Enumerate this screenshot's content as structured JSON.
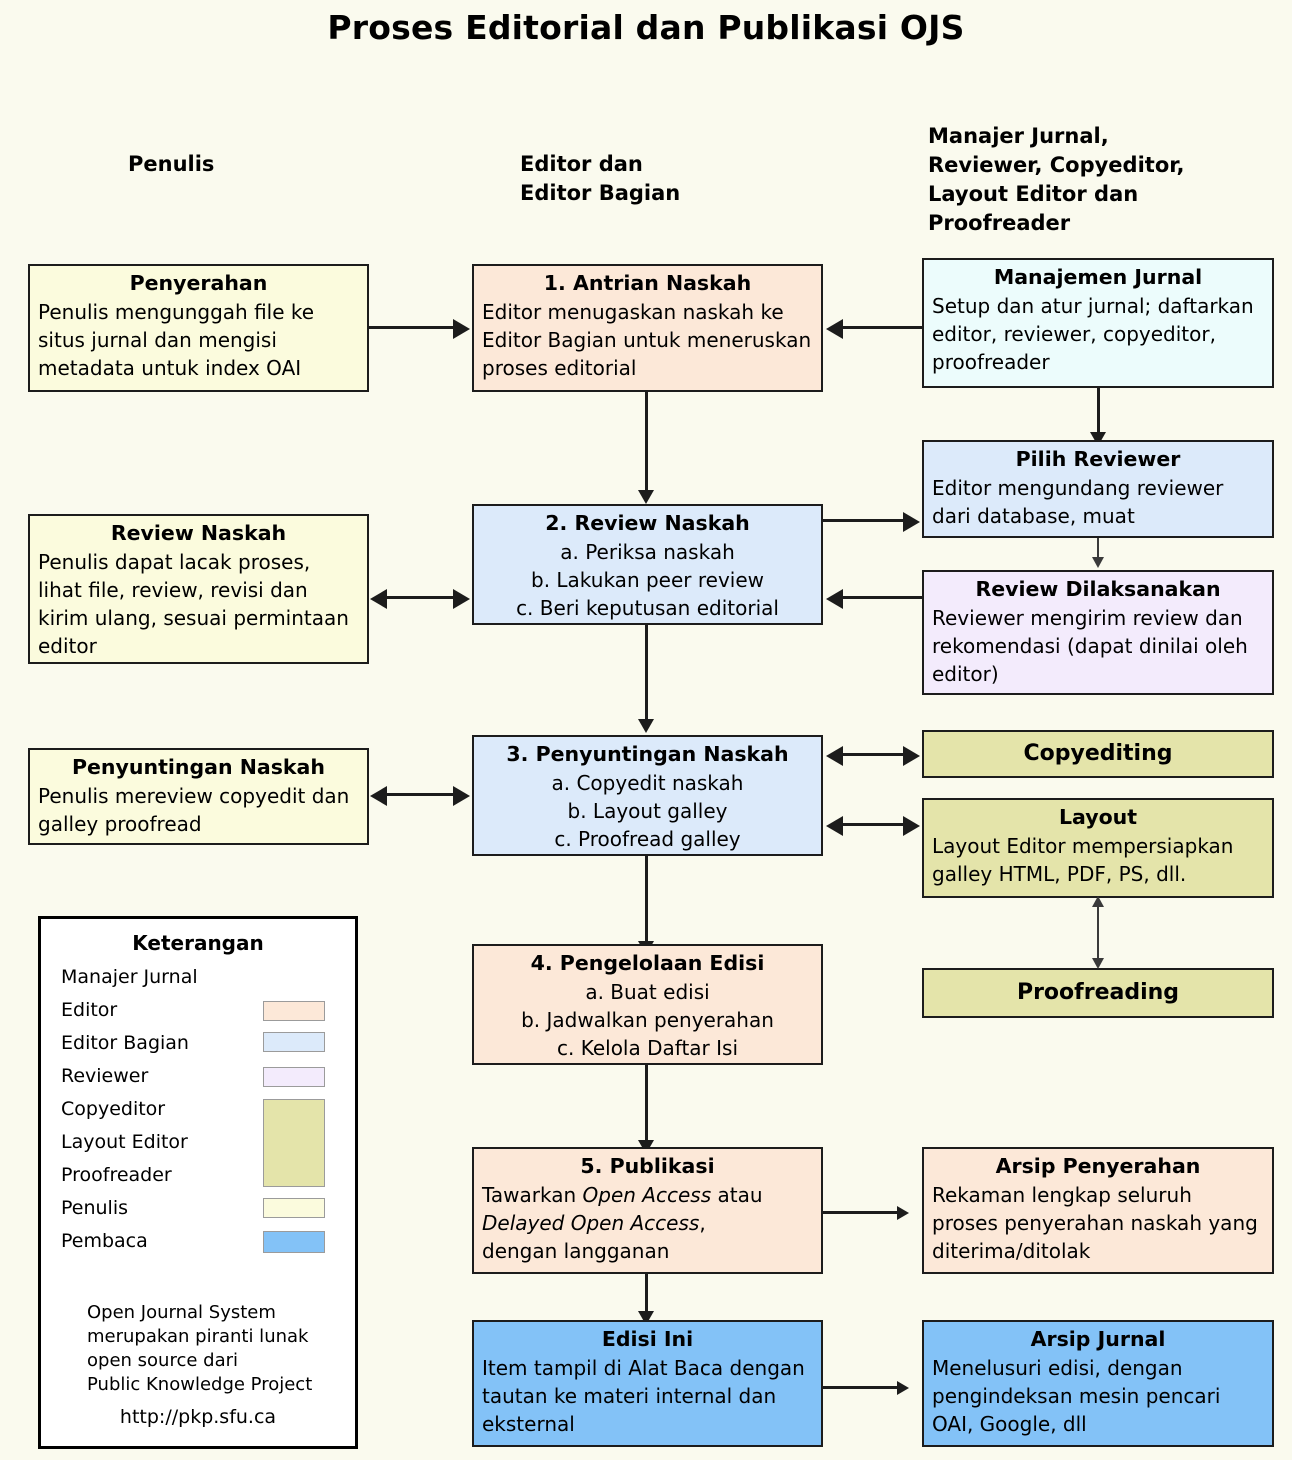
{
  "title": "Proses Editorial dan Publikasi OJS",
  "columns": [
    {
      "id": "penulis",
      "label": "Penulis"
    },
    {
      "id": "editor",
      "label": "Editor dan\nEditor Bagian"
    },
    {
      "id": "lainnya",
      "label": "Manajer Jurnal,\nReviewer, Copyeditor,\nLayout Editor dan\nProofreader"
    }
  ],
  "boxes": {
    "penyerahan": {
      "title": "Penyerahan",
      "body": "Penulis mengunggah file ke situs jurnal dan mengisi metadata untuk index OAI",
      "role": "Penulis"
    },
    "antrian_naskah": {
      "title": "1. Antrian Naskah",
      "body": "Editor menugaskan naskah ke Editor Bagian untuk meneruskan proses editorial",
      "role": "Editor"
    },
    "manajemen_jurnal": {
      "title": "Manajemen Jurnal",
      "body": "Setup dan atur jurnal; daftarkan editor, reviewer, copyeditor, proofreader",
      "role": "Manajer Jurnal"
    },
    "review_naskah_penulis": {
      "title": "Review Naskah",
      "body": "Penulis dapat lacak proses, lihat file, review, revisi dan kirim ulang, sesuai permintaan editor",
      "role": "Penulis"
    },
    "review_naskah": {
      "title": "2. Review Naskah",
      "items": [
        "a. Periksa naskah",
        "b. Lakukan peer review",
        "c. Beri keputusan editorial"
      ],
      "role": "Editor Bagian"
    },
    "pilih_reviewer": {
      "title": "Pilih Reviewer",
      "body": "Editor mengundang reviewer dari database, muat",
      "role": "Editor Bagian"
    },
    "review_dilaksanakan": {
      "title": "Review Dilaksanakan",
      "body": "Reviewer mengirim review dan rekomendasi (dapat dinilai oleh editor)",
      "role": "Reviewer"
    },
    "penyuntingan_naskah_penulis": {
      "title": "Penyuntingan Naskah",
      "body": "Penulis mereview copyedit dan galley proofread",
      "role": "Penulis"
    },
    "penyuntingan_naskah": {
      "title": "3. Penyuntingan Naskah",
      "items": [
        "a. Copyedit naskah",
        "b. Layout galley",
        "c. Proofread galley"
      ],
      "role": "Editor Bagian"
    },
    "copyediting": {
      "title": "Copyediting",
      "role": "Copyeditor"
    },
    "layout": {
      "title": "Layout",
      "body": "Layout Editor mempersiapkan galley HTML, PDF, PS, dll.",
      "role": "Layout Editor"
    },
    "proofreading": {
      "title": "Proofreading",
      "role": "Proofreader"
    },
    "pengelolaan_edisi": {
      "title": "4. Pengelolaan Edisi",
      "items": [
        "a. Buat edisi",
        "b. Jadwalkan penyerahan",
        "c. Kelola Daftar Isi"
      ],
      "role": "Editor"
    },
    "publikasi": {
      "title": "5. Publikasi",
      "body_line1_pre": "Tawarkan ",
      "body_line1_em": "Open Access",
      "body_line1_post": " atau",
      "body_line2_em": "Delayed Open Access",
      "body_line2_post": ",",
      "body_line3": "dengan langganan",
      "role": "Editor"
    },
    "arsip_penyerahan": {
      "title": "Arsip Penyerahan",
      "body": "Rekaman lengkap seluruh proses penyerahan naskah yang diterima/ditolak",
      "role": "Editor"
    },
    "edisi_ini": {
      "title": "Edisi Ini",
      "body": "Item tampil di Alat Baca dengan tautan ke materi internal dan eksternal",
      "role": "Pembaca"
    },
    "arsip_jurnal": {
      "title": "Arsip Jurnal",
      "body": "Menelusuri edisi, dengan pengindeksan mesin pencari OAI, Google, dll",
      "role": "Pembaca"
    }
  },
  "legend": {
    "title": "Keterangan",
    "rows": [
      {
        "label": "Manajer Jurnal",
        "color": null
      },
      {
        "label": "Editor",
        "color": "#FCE8D8"
      },
      {
        "label": "Editor Bagian",
        "color": "#DCEAFA"
      },
      {
        "label": "Reviewer",
        "color": "#F3EBFC"
      },
      {
        "label": "Copyeditor",
        "color": "#E4E4AA"
      },
      {
        "label": "Layout Editor",
        "color": "#E4E4AA"
      },
      {
        "label": "Proofreader",
        "color": "#E4E4AA"
      },
      {
        "label": "Penulis",
        "color": "#FBFBDD"
      },
      {
        "label": "Pembaca",
        "color": "#83C2F7"
      }
    ],
    "note": "Open Journal System\nmerupakan piranti lunak\nopen source dari\nPublic Knowledge Project",
    "url": "http://pkp.sfu.ca"
  },
  "colors": {
    "background": "#FAFAEE",
    "author": "#FBFBDD",
    "editor": "#FCE8D8",
    "section_editor": "#DCEAFA",
    "journal_manager": "#ECFCFC",
    "reviewer": "#F3EBFC",
    "copyeditor": "#E4E4AA",
    "reader": "#83C2F7",
    "stroke": "#1C1C1C"
  }
}
